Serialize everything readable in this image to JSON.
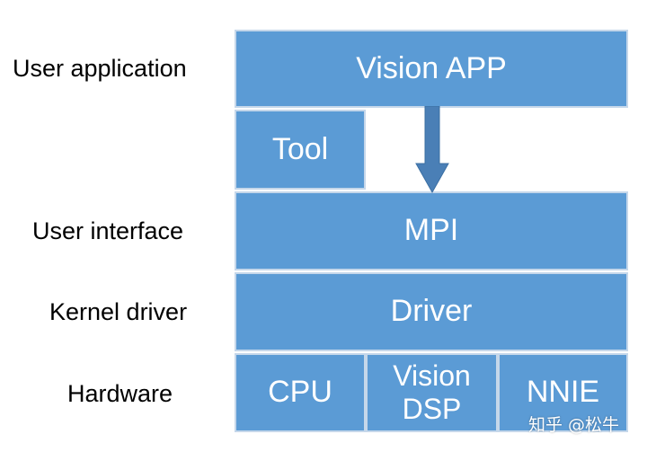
{
  "labels": {
    "user_application": "User application",
    "user_interface": "User interface",
    "kernel_driver": "Kernel driver",
    "hardware": "Hardware"
  },
  "blocks": {
    "vision_app": "Vision APP",
    "tool": "Tool",
    "mpi": "MPI",
    "driver": "Driver",
    "cpu": "CPU",
    "vision_dsp_line1": "Vision",
    "vision_dsp_line2": "DSP",
    "nnie": "NNIE"
  },
  "watermark": "知乎 @松牛",
  "colors": {
    "block_fill": "#5b9bd5",
    "block_border": "#c5d7ea",
    "arrow_fill": "#4a7fb6",
    "text_on_block": "#ffffff"
  }
}
